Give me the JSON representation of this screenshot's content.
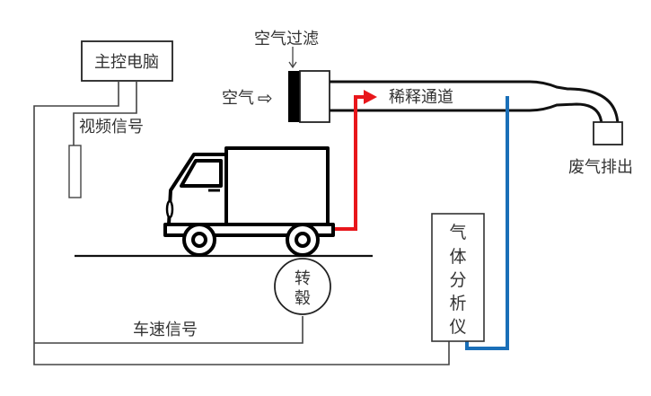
{
  "labels": {
    "main_computer": "主控电脑",
    "video_signal": "视频信号",
    "air_filter": "空气过滤",
    "air": "空气",
    "air_arrow": "⇨",
    "dilution_tunnel": "稀释通道",
    "exhaust_out": "废气排出",
    "dyno": [
      "转",
      "毂"
    ],
    "speed_signal": "车速信号",
    "gas_analyzer": [
      "气",
      "体",
      "分",
      "析",
      "仪"
    ]
  },
  "colors": {
    "exhaust_line": "#e8161b",
    "sample_line": "#1a6fb8",
    "outline": "#111111",
    "signal_line": "#444444"
  }
}
